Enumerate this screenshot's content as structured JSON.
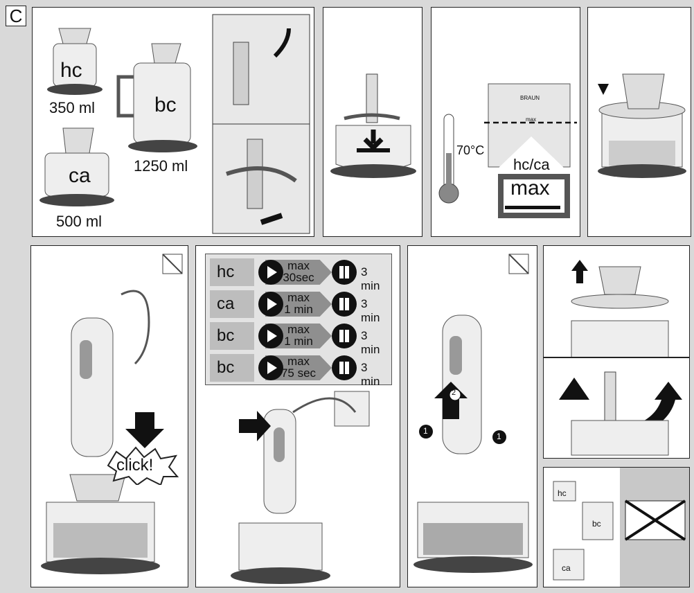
{
  "section_label": "C",
  "panel1": {
    "hc_label": "hc",
    "hc_volume": "350 ml",
    "bc_label": "bc",
    "bc_volume": "1250 ml",
    "ca_label": "ca",
    "ca_volume": "500 ml"
  },
  "panel3": {
    "temperature": "70°C",
    "brand": "BRAUN",
    "bowl_max": "max",
    "attachments": "hc/ca",
    "max_label": "max"
  },
  "click_text": "click!",
  "program_table": [
    {
      "attachment": "hc",
      "time_line1": "max",
      "time_line2": "30sec",
      "rest": "3 min"
    },
    {
      "attachment": "ca",
      "time_line1": "max",
      "time_line2": "1 min",
      "rest": "3 min"
    },
    {
      "attachment": "bc",
      "time_line1": "max",
      "time_line2": "1 min",
      "rest": "3 min"
    },
    {
      "attachment": "bc",
      "time_line1": "max",
      "time_line2": "75 sec",
      "rest": "3 min"
    }
  ],
  "step_numbers": {
    "one": "1",
    "two": "2"
  },
  "microwave_panel": {
    "hc": "hc",
    "bc": "bc",
    "ca": "ca"
  }
}
